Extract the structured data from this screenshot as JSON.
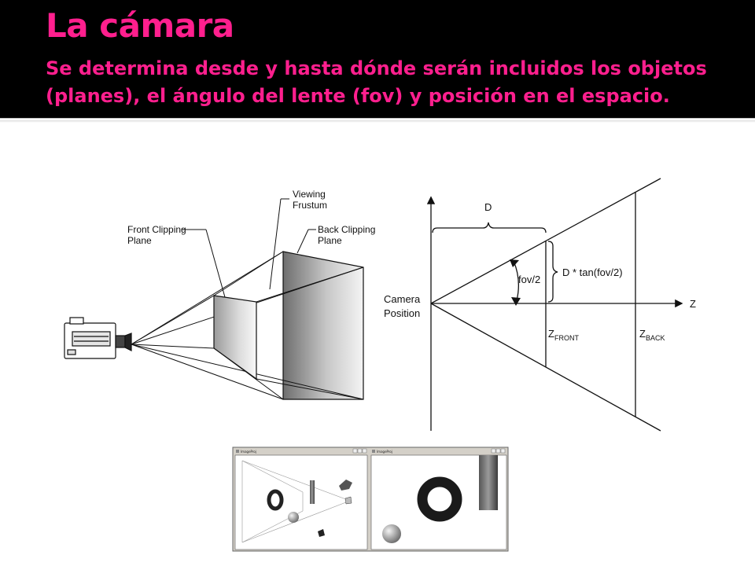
{
  "slide": {
    "title": "La cámara",
    "subtitle": "Se determina desde y hasta dónde serán incluidos los objetos (planes), el ángulo del lente (fov) y posición en el espacio."
  },
  "frustum_diagram": {
    "viewing_label_line1": "Viewing",
    "viewing_label_line2": "Frustum",
    "front_label_line1": "Front Clipping",
    "front_label_line2": "Plane",
    "back_label_line1": "Back Clipping",
    "back_label_line2": "Plane"
  },
  "projection_diagram": {
    "distance_label": "D",
    "tan_label": "D * tan(fov/2)",
    "fov_label": "fov/2",
    "camera_label_line1": "Camera",
    "camera_label_line2": "Position",
    "axis_label": "Z",
    "zfront_main": "Z",
    "zfront_sub": "FRONT",
    "zback_main": "Z",
    "zback_sub": "BACK"
  },
  "screenshot_windows": {
    "left_title": "ImageProj",
    "right_title": "ImageProj"
  },
  "colors": {
    "header_bg": "#000000",
    "title_color": "#ff1f8e"
  }
}
